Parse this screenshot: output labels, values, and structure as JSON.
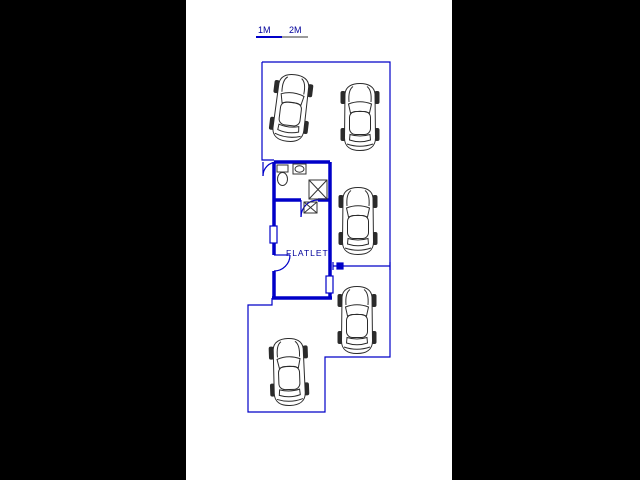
{
  "scale_bar": {
    "label_1m": "1M",
    "label_2m": "2M"
  },
  "floor_plan": {
    "room_label": "FLATLET",
    "car_count": 5,
    "fixtures": [
      "toilet",
      "basin",
      "shower",
      "geyser"
    ],
    "features": [
      "entry-door-arc",
      "bathroom-door-arc",
      "flatlet-door-arc",
      "window-left",
      "window-right",
      "driveway-gate"
    ]
  },
  "colors": {
    "plan_line": "#0000c8",
    "wall": "#0000c8",
    "scale_1m_underline": "#0000c8",
    "scale_2m_underline": "#9a9a9a",
    "car_outline": "#2b2b2b",
    "fixture_outline": "#333333",
    "label_text": "#00009b",
    "letterbox": "#000000",
    "canvas": "#ffffff"
  }
}
